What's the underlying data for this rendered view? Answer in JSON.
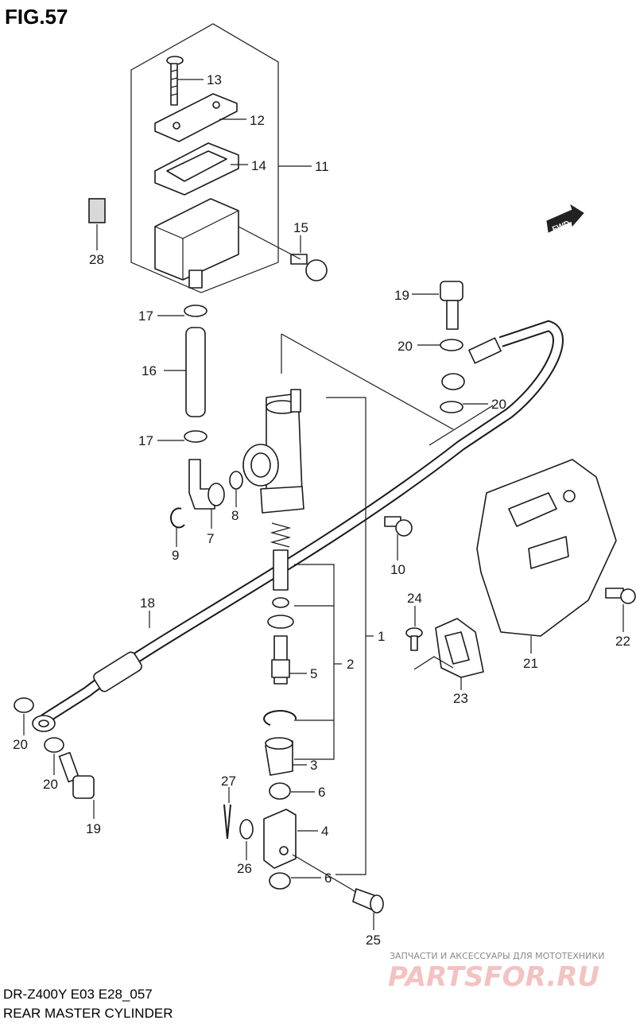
{
  "figure": {
    "title": "FIG.57",
    "model_line": "DR-Z400Y E03 E28_057",
    "caption": "REAR MASTER CYLINDER"
  },
  "watermark": {
    "tagline": "ЗАПЧАСТИ И АКСЕССУАРЫ ДЛЯ МОТОТЕХНИКИ",
    "logo_text": "PARTSFOR.RU"
  },
  "direction_badge": "FWD",
  "callouts": {
    "c1": "1",
    "c2": "2",
    "c3": "3",
    "c4": "4",
    "c5": "5",
    "c6a": "6",
    "c6b": "6",
    "c7": "7",
    "c8": "8",
    "c9": "9",
    "c10": "10",
    "c11": "11",
    "c12": "12",
    "c13": "13",
    "c14": "14",
    "c15": "15",
    "c16": "16",
    "c17a": "17",
    "c17b": "17",
    "c18": "18",
    "c19a": "19",
    "c19b": "19",
    "c20a": "20",
    "c20b": "20",
    "c20c": "20",
    "c20d": "20",
    "c21": "21",
    "c22": "22",
    "c23": "23",
    "c24": "24",
    "c25": "25",
    "c26": "26",
    "c27": "27",
    "c28": "28"
  }
}
